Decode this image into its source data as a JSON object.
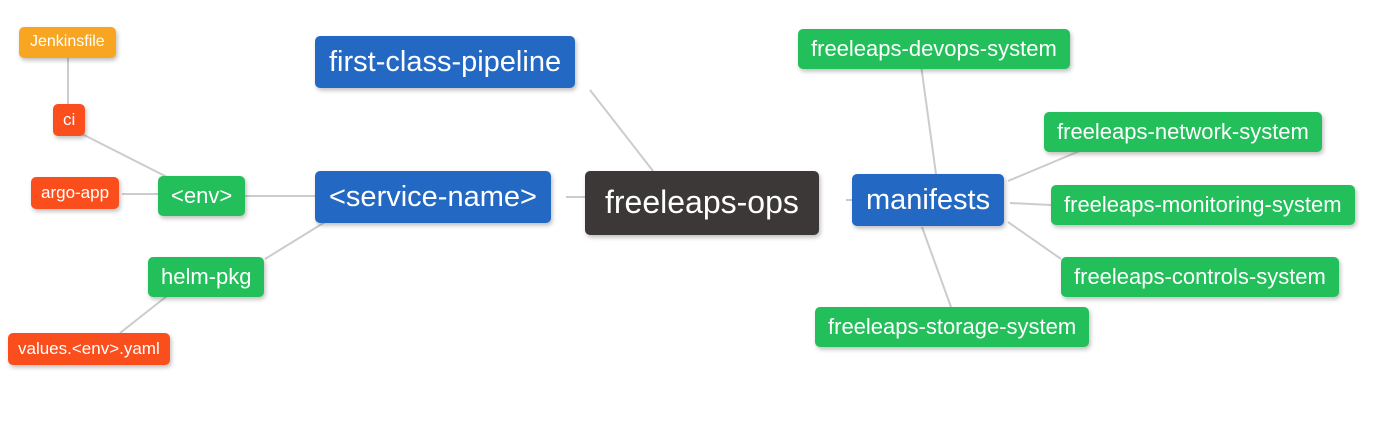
{
  "diagram": {
    "type": "mindmap",
    "background": "#ffffff",
    "edge_color": "#cccccc",
    "root_label": "freeleaps-ops"
  },
  "colors": {
    "root": "#3C3838",
    "level1_blue": "#2368C2",
    "level2_green": "#23BF5B",
    "level3_red": "#FA4E1D",
    "level4_amber": "#F8A522",
    "text": "#ffffff"
  },
  "nodes": {
    "freeleaps_ops": {
      "label": "freeleaps-ops",
      "level": "root"
    },
    "first_class_pipeline": {
      "label": "first-class-pipeline",
      "level": "1"
    },
    "service_name": {
      "label": "<service-name>",
      "level": "1"
    },
    "manifests": {
      "label": "manifests",
      "level": "1"
    },
    "env": {
      "label": "<env>",
      "level": "2"
    },
    "helm_pkg": {
      "label": "helm-pkg",
      "level": "2"
    },
    "ci": {
      "label": "ci",
      "level": "3"
    },
    "argo_app": {
      "label": "argo-app",
      "level": "3"
    },
    "values_env_yaml": {
      "label": "values.<env>.yaml",
      "level": "3"
    },
    "jenkinsfile": {
      "label": "Jenkinsfile",
      "level": "4"
    },
    "devops": {
      "label": "freeleaps-devops-system",
      "level": "2"
    },
    "network": {
      "label": "freeleaps-network-system",
      "level": "2"
    },
    "monitoring": {
      "label": "freeleaps-monitoring-system",
      "level": "2"
    },
    "controls": {
      "label": "freeleaps-controls-system",
      "level": "2"
    },
    "storage": {
      "label": "freeleaps-storage-system",
      "level": "2"
    }
  },
  "edges": [
    [
      "jenkinsfile",
      "ci"
    ],
    [
      "ci",
      "env"
    ],
    [
      "argo_app",
      "env"
    ],
    [
      "env",
      "service_name"
    ],
    [
      "helm_pkg",
      "service_name"
    ],
    [
      "values_env_yaml",
      "helm_pkg"
    ],
    [
      "first_class_pipeline",
      "freeleaps_ops"
    ],
    [
      "service_name",
      "freeleaps_ops"
    ],
    [
      "freeleaps_ops",
      "manifests"
    ],
    [
      "manifests",
      "devops"
    ],
    [
      "manifests",
      "network"
    ],
    [
      "manifests",
      "monitoring"
    ],
    [
      "manifests",
      "controls"
    ],
    [
      "manifests",
      "storage"
    ]
  ]
}
